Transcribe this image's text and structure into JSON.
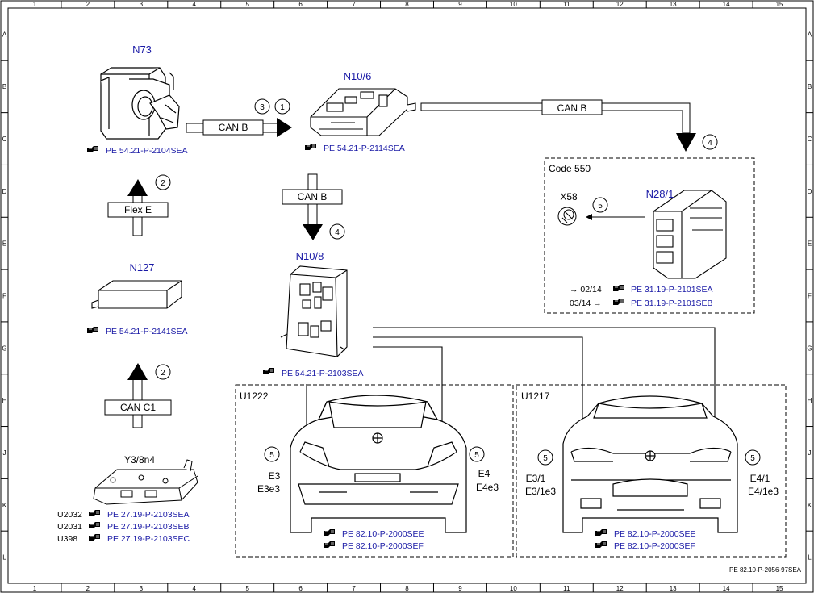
{
  "grid": {
    "cols": [
      "1",
      "2",
      "3",
      "4",
      "5",
      "6",
      "7",
      "8",
      "9",
      "10",
      "11",
      "12",
      "13",
      "14",
      "15"
    ],
    "rows": [
      "A",
      "B",
      "C",
      "D",
      "E",
      "F",
      "G",
      "H",
      "J",
      "K",
      "L"
    ]
  },
  "doc_ref": "PE 82.10-P-2056-97SEA",
  "components": {
    "n73": {
      "title": "N73",
      "ref": "PE 54.21-P-2104SEA"
    },
    "n10_6": {
      "title": "N10/6",
      "ref": "PE 54.21-P-2114SEA"
    },
    "n127": {
      "title": "N127",
      "ref": "PE 54.21-P-2141SEA"
    },
    "n10_8": {
      "title": "N10/8",
      "ref": "PE 54.21-P-2103SEA"
    },
    "y3_8n4": {
      "title": "Y3/8n4",
      "refs": [
        {
          "code": "U2032",
          "ref": "PE 27.19-P-2103SEA"
        },
        {
          "code": "U2031",
          "ref": "PE 27.19-P-2103SEB"
        },
        {
          "code": "U398",
          "ref": "PE 27.19-P-2103SEC"
        }
      ]
    },
    "code550": {
      "title": "Code 550",
      "x58": "X58",
      "n28_1": "N28/1",
      "refs": [
        {
          "date": "→ 02/14",
          "ref": "PE 31.19-P-2101SEA"
        },
        {
          "date": "03/14 →",
          "ref": "PE 31.19-P-2101SEB"
        }
      ]
    },
    "u1222": {
      "title": "U1222",
      "left_lamp": [
        "E3",
        "E3e3"
      ],
      "right_lamp": [
        "E4",
        "E4e3"
      ],
      "refs": [
        "PE 82.10-P-2000SEE",
        "PE 82.10-P-2000SEF"
      ]
    },
    "u1217": {
      "title": "U1217",
      "left_lamp": [
        "E3/1",
        "E3/1e3"
      ],
      "right_lamp": [
        "E4/1",
        "E4/1e3"
      ],
      "refs": [
        "PE 82.10-P-2000SEE",
        "PE 82.10-P-2000SEF"
      ]
    }
  },
  "buses": {
    "can_b_1": "CAN B",
    "can_b_2": "CAN B",
    "can_b_3": "CAN B",
    "flex_e": "Flex E",
    "can_c1": "CAN C1"
  },
  "callouts": {
    "c3": "3",
    "c1": "1",
    "c2a": "2",
    "c2b": "2",
    "c4a": "4",
    "c4b": "4",
    "c5x58": "5",
    "c5a": "5",
    "c5b": "5",
    "c5c": "5",
    "c5d": "5"
  },
  "colors": {
    "accent_blue": "#1a1aa6",
    "line": "#000000"
  }
}
